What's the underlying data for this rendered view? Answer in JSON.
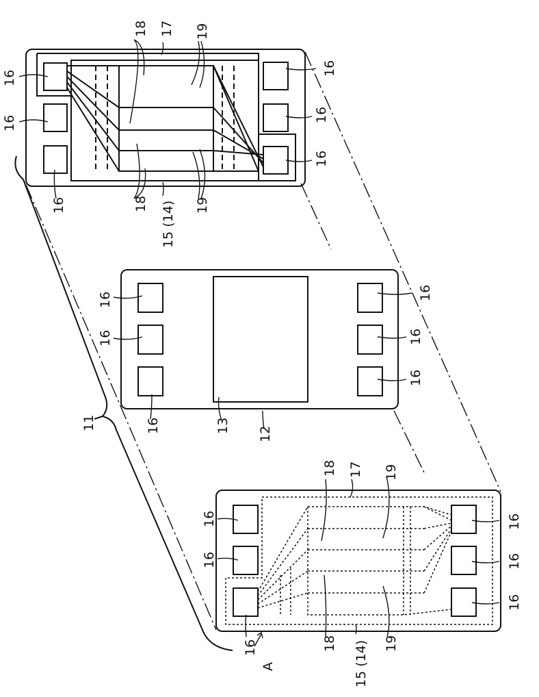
{
  "labels": {
    "pad": "16",
    "chip": "13",
    "device": "12",
    "assembly": "11",
    "sheet": "15 (14)",
    "region": "17",
    "strip": "18",
    "line": "19",
    "arrow": "A"
  }
}
